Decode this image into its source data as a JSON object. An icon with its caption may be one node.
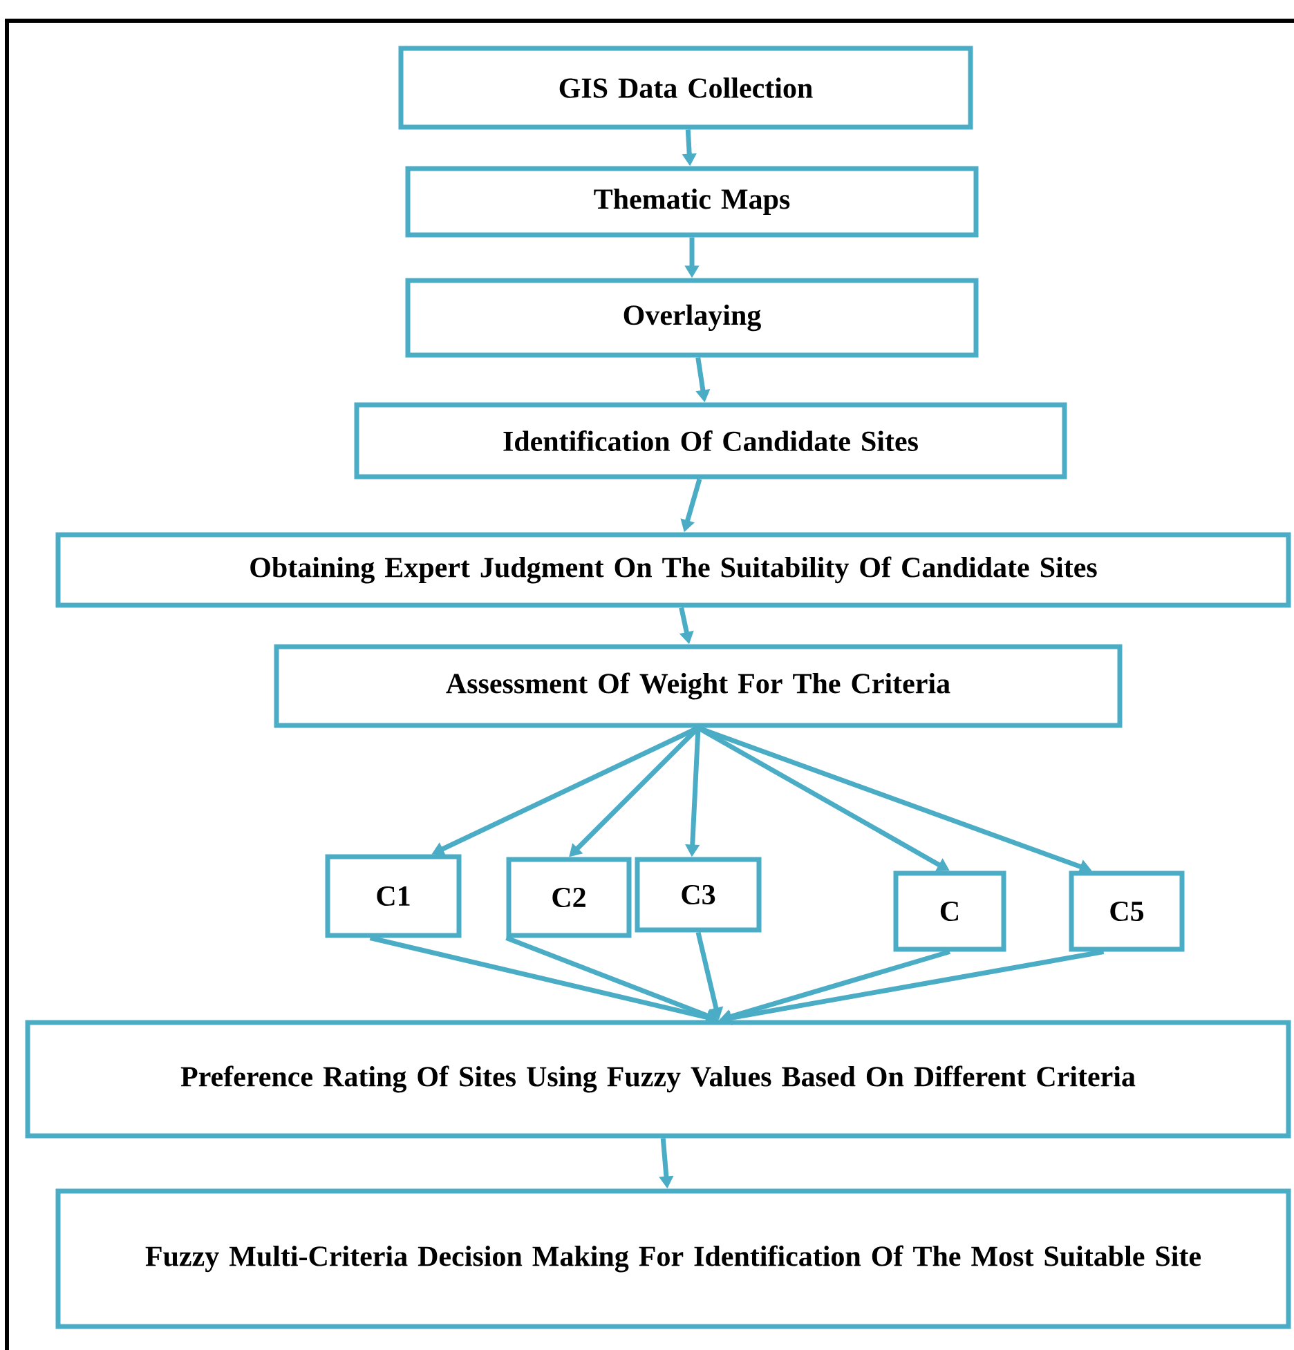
{
  "diagram": {
    "nodes": [
      {
        "text": [
          "GIS Data Collection"
        ]
      },
      {
        "text": [
          "Thematic Maps"
        ]
      },
      {
        "text": [
          "Overlaying"
        ]
      },
      {
        "text": [
          "Identification Of Candidate Sites"
        ]
      },
      {
        "text": [
          "Obtaining Expert Judgment On The Suitability Of Candidate Sites"
        ]
      },
      {
        "text": [
          "Assessment Of Weight For The Criteria"
        ]
      },
      {
        "text": [
          "C1"
        ]
      },
      {
        "text": [
          "C2"
        ]
      },
      {
        "text": [
          "C3"
        ]
      },
      {
        "text": [
          "C"
        ]
      },
      {
        "text": [
          "C5"
        ]
      },
      {
        "text": [
          "Preference Rating Of Sites Using Fuzzy Values Based On Different Criteria"
        ]
      },
      {
        "text": [
          "Fuzzy Multi-Criteria Decision Making For Identification Of The Most Suitable Site"
        ]
      }
    ],
    "edges": [
      {
        "from": 0,
        "to": 1,
        "arrow": "to"
      },
      {
        "from": 1,
        "to": 2,
        "arrow": "to"
      },
      {
        "from": 2,
        "to": 3,
        "arrow": "to"
      },
      {
        "from": 3,
        "to": 4,
        "arrow": "to"
      },
      {
        "from": 4,
        "to": 5,
        "arrow": "to"
      },
      {
        "from": 5,
        "to": 6,
        "arrow": "to"
      },
      {
        "from": 5,
        "to": 7,
        "arrow": "to"
      },
      {
        "from": 5,
        "to": 8,
        "arrow": "to"
      },
      {
        "from": 5,
        "to": 9,
        "arrow": "to"
      },
      {
        "from": 5,
        "to": 10,
        "arrow": "to"
      },
      {
        "from": 6,
        "to": 11,
        "arrow": "to"
      },
      {
        "from": 7,
        "to": 11,
        "arrow": "to"
      },
      {
        "from": 8,
        "to": 11,
        "arrow": "to"
      },
      {
        "from": 9,
        "to": 11,
        "arrow": "to"
      },
      {
        "from": 10,
        "to": 11,
        "arrow": "to"
      },
      {
        "from": 11,
        "to": 12,
        "arrow": "to"
      }
    ]
  }
}
